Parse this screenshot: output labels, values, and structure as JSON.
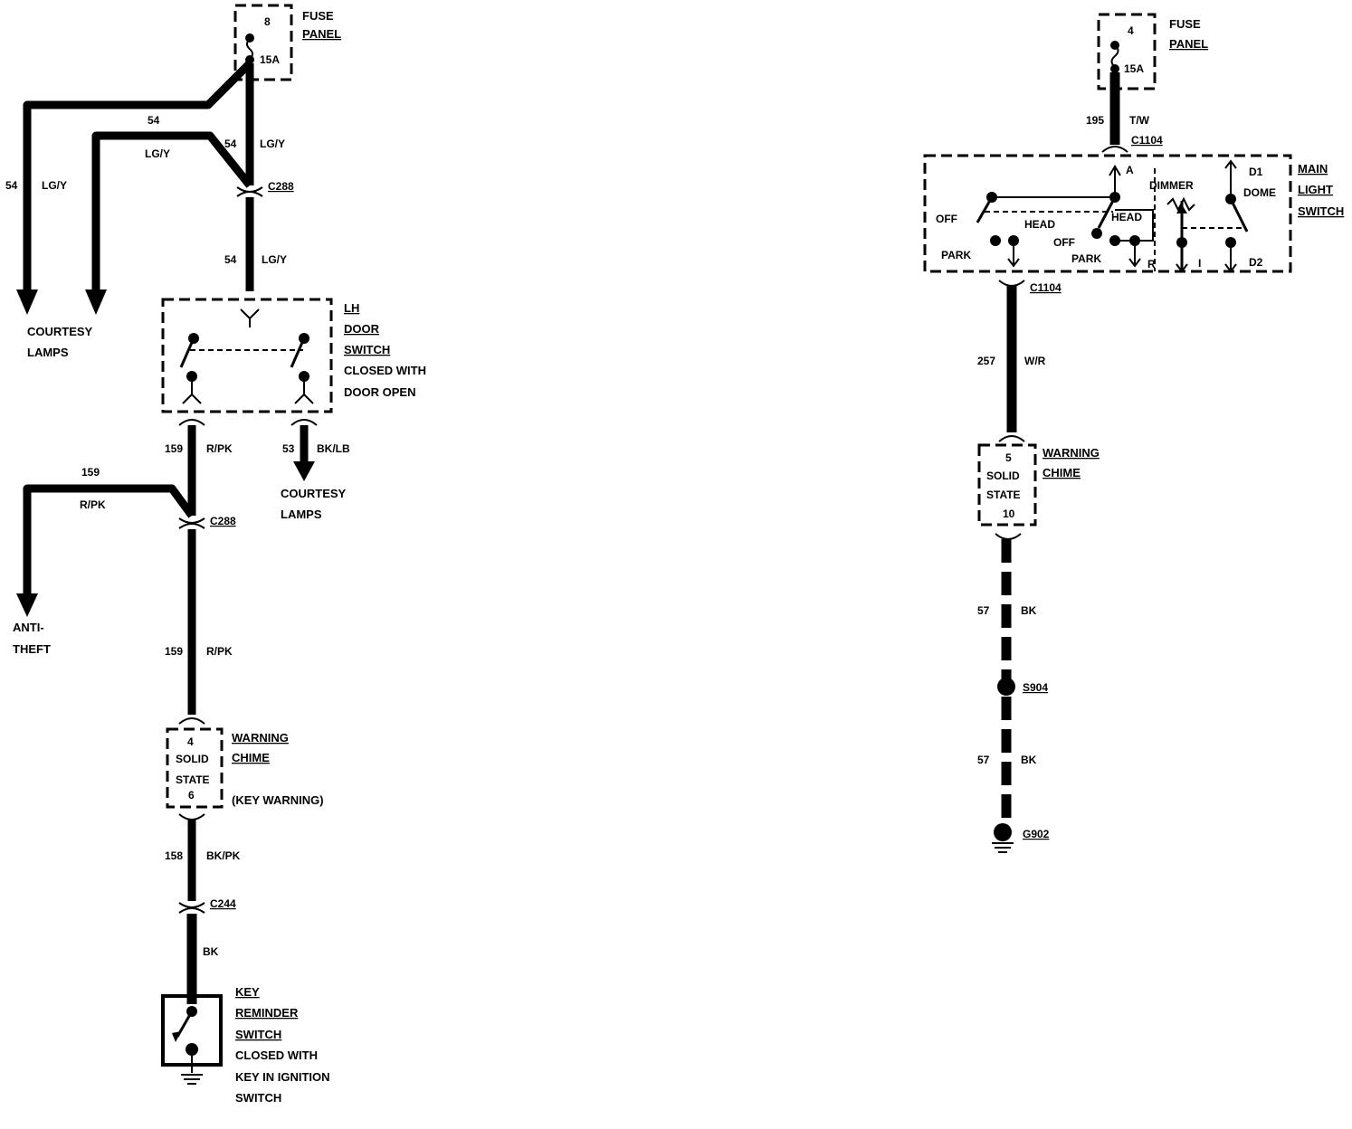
{
  "colors": {
    "ink": "#000000",
    "paper": "#ffffff",
    "wire_stripe": "#ffffff"
  },
  "left": {
    "fuse": {
      "number": "8",
      "rating": "15A",
      "title_line1": "FUSE",
      "title_line2": "PANEL"
    },
    "wires": {
      "w54_a": "54",
      "w54_b": "54",
      "w54_c": "54",
      "w54_d": "54",
      "lgy_a": "LG/Y",
      "lgy_b": "LG/Y",
      "lgy_c": "LG/Y",
      "lgy_d": "LG/Y",
      "w159_a": "159",
      "w159_b": "159",
      "w159_c": "159",
      "rpk_a": "R/PK",
      "rpk_b": "R/PK",
      "rpk_c": "R/PK",
      "w53": "53",
      "bklb": "BK/LB",
      "w158": "158",
      "bkpk": "BK/PK",
      "bk": "BK"
    },
    "connectors": {
      "c288_a": "C288",
      "c288_b": "C288",
      "c244": "C244"
    },
    "courtesy_left": {
      "line1": "COURTESY",
      "line2": "LAMPS"
    },
    "courtesy_right": {
      "line1": "COURTESY",
      "line2": "LAMPS"
    },
    "anti_theft": {
      "line1": "ANTI-",
      "line2": "THEFT"
    },
    "door_switch": {
      "l1": "LH",
      "l2": "DOOR",
      "l3": "SWITCH",
      "l4": "CLOSED WITH",
      "l5": "DOOR OPEN"
    },
    "chime": {
      "pin_top": "4",
      "body1": "SOLID",
      "body2": "STATE",
      "pin_bottom": "6",
      "title1": "WARNING",
      "title2": "CHIME",
      "note": "(KEY WARNING)"
    },
    "key_switch": {
      "l1": "KEY",
      "l2": "REMINDER",
      "l3": "SWITCH",
      "l4": "CLOSED WITH",
      "l5": "KEY IN IGNITION",
      "l6": "SWITCH"
    }
  },
  "right": {
    "fuse": {
      "number": "4",
      "rating": "15A",
      "title_line1": "FUSE",
      "title_line2": "PANEL"
    },
    "wires": {
      "w195": "195",
      "tw": "T/W",
      "w257": "257",
      "wr": "W/R",
      "w57_a": "57",
      "bk_a": "BK",
      "w57_b": "57",
      "bk_b": "BK"
    },
    "connectors": {
      "c1104_a": "C1104",
      "c1104_b": "C1104"
    },
    "main_switch": {
      "title1": "MAIN",
      "title2": "LIGHT",
      "title3": "SWITCH",
      "pin_a": "A",
      "d1": "D1",
      "dome": "DOME",
      "dimmer": "DIMMER",
      "off_1": "OFF",
      "head_1": "HEAD",
      "head_2": "HEAD",
      "off_2": "OFF",
      "park_1": "PARK",
      "park_2": "PARK",
      "pin_r": "R",
      "pin_i": "I",
      "d2": "D2"
    },
    "chime": {
      "pin_top": "5",
      "body1": "SOLID",
      "body2": "STATE",
      "pin_bottom": "10",
      "title1": "WARNING",
      "title2": "CHIME"
    },
    "splice": "S904",
    "ground": "G902"
  }
}
